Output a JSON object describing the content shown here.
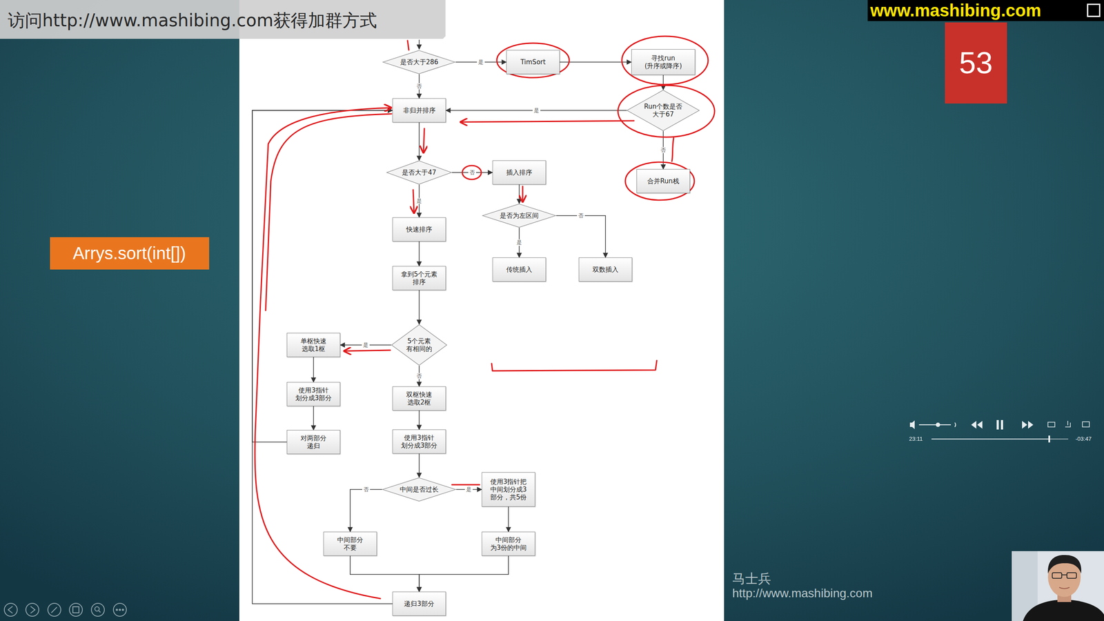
{
  "diagram": {
    "nodes": [
      {
        "text": [
          "是否大于286"
        ]
      },
      {
        "text": [
          "TimSort"
        ]
      },
      {
        "text": [
          "寻找run (升序或降序)"
        ]
      },
      {
        "text": [
          "Run个数是否 大于67"
        ]
      },
      {
        "text": [
          "合并Run栈"
        ]
      },
      {
        "text": [
          "非归并排序"
        ]
      },
      {
        "text": [
          "是否大于47"
        ]
      },
      {
        "text": [
          "插入排序"
        ]
      },
      {
        "text": [
          "是否为左区间"
        ]
      },
      {
        "text": [
          "传统插入"
        ]
      },
      {
        "text": [
          "双数插入"
        ]
      },
      {
        "text": [
          "快速排序"
        ]
      },
      {
        "text": [
          "拿到5个元素 排序"
        ]
      },
      {
        "text": [
          "5个元素 有相同的"
        ]
      },
      {
        "text": [
          "单枢快速 选取1枢"
        ]
      },
      {
        "text": [
          "使用3指针 划分成3部分"
        ]
      },
      {
        "text": [
          "对两部分 递归"
        ]
      },
      {
        "text": [
          "双枢快速 选取2枢"
        ]
      },
      {
        "text": [
          "使用3指针 划分成3部分"
        ]
      },
      {
        "text": [
          "中间是否过长"
        ]
      },
      {
        "text": [
          "使用3指针把 中间划分成3 部分，共5份"
        ]
      },
      {
        "text": [
          "中间部分 不要"
        ]
      },
      {
        "text": [
          "中间部分 为3份的中间"
        ]
      },
      {
        "text": [
          "递归3部分"
        ]
      },
      {
        "text": [
          "53"
        ]
      },
      {
        "text": [
          "Arrys.sort(int[])"
        ]
      }
    ],
    "edges": [
      {
        "from": 0,
        "to": 1,
        "label": "是",
        "arrow": "to"
      },
      {
        "from": 0,
        "to": 5,
        "label": "否",
        "arrow": "to"
      },
      {
        "from": 1,
        "to": 2,
        "arrow": "to"
      },
      {
        "from": 2,
        "to": 3,
        "arrow": "to"
      },
      {
        "from": 3,
        "to": 5,
        "label": "是",
        "arrow": "to"
      },
      {
        "from": 3,
        "to": 4,
        "label": "否",
        "arrow": "to"
      },
      {
        "from": 5,
        "to": 6,
        "arrow": "to"
      },
      {
        "from": 6,
        "to": 7,
        "label": "否",
        "arrow": "to"
      },
      {
        "from": 6,
        "to": 11,
        "label": "是",
        "arrow": "to"
      },
      {
        "from": 7,
        "to": 8,
        "arrow": "to"
      },
      {
        "from": 8,
        "to": 9,
        "label": "是",
        "arrow": "to"
      },
      {
        "from": 8,
        "to": 10,
        "label": "否",
        "arrow": "to"
      },
      {
        "from": 11,
        "to": 12,
        "arrow": "to"
      },
      {
        "from": 12,
        "to": 13,
        "arrow": "to"
      },
      {
        "from": 13,
        "to": 14,
        "label": "是",
        "arrow": "to"
      },
      {
        "from": 13,
        "to": 17,
        "label": "否",
        "arrow": "to"
      },
      {
        "from": 14,
        "to": 15,
        "arrow": "to"
      },
      {
        "from": 15,
        "to": 16,
        "arrow": "to"
      },
      {
        "from": 16,
        "to": 5,
        "arrow": "to"
      },
      {
        "from": 17,
        "to": 18,
        "arrow": "to"
      },
      {
        "from": 18,
        "to": 19,
        "arrow": "to"
      },
      {
        "from": 19,
        "to": 20,
        "label": "是",
        "arrow": "to"
      },
      {
        "from": 19,
        "to": 21,
        "label": "否",
        "arrow": "to"
      },
      {
        "from": 20,
        "to": 22,
        "arrow": "to"
      },
      {
        "from": 21,
        "to": 23,
        "arrow": "to"
      },
      {
        "from": 22,
        "to": 23,
        "arrow": "to"
      },
      {
        "from": 23,
        "to": 5,
        "arrow": "to"
      }
    ],
    "labels": [
      "访问http://www.mashibing.com获得加群方式",
      "www.mashibing.com",
      "23:11",
      "-03:47",
      "马士兵",
      "http://www.mashibing.com"
    ]
  }
}
